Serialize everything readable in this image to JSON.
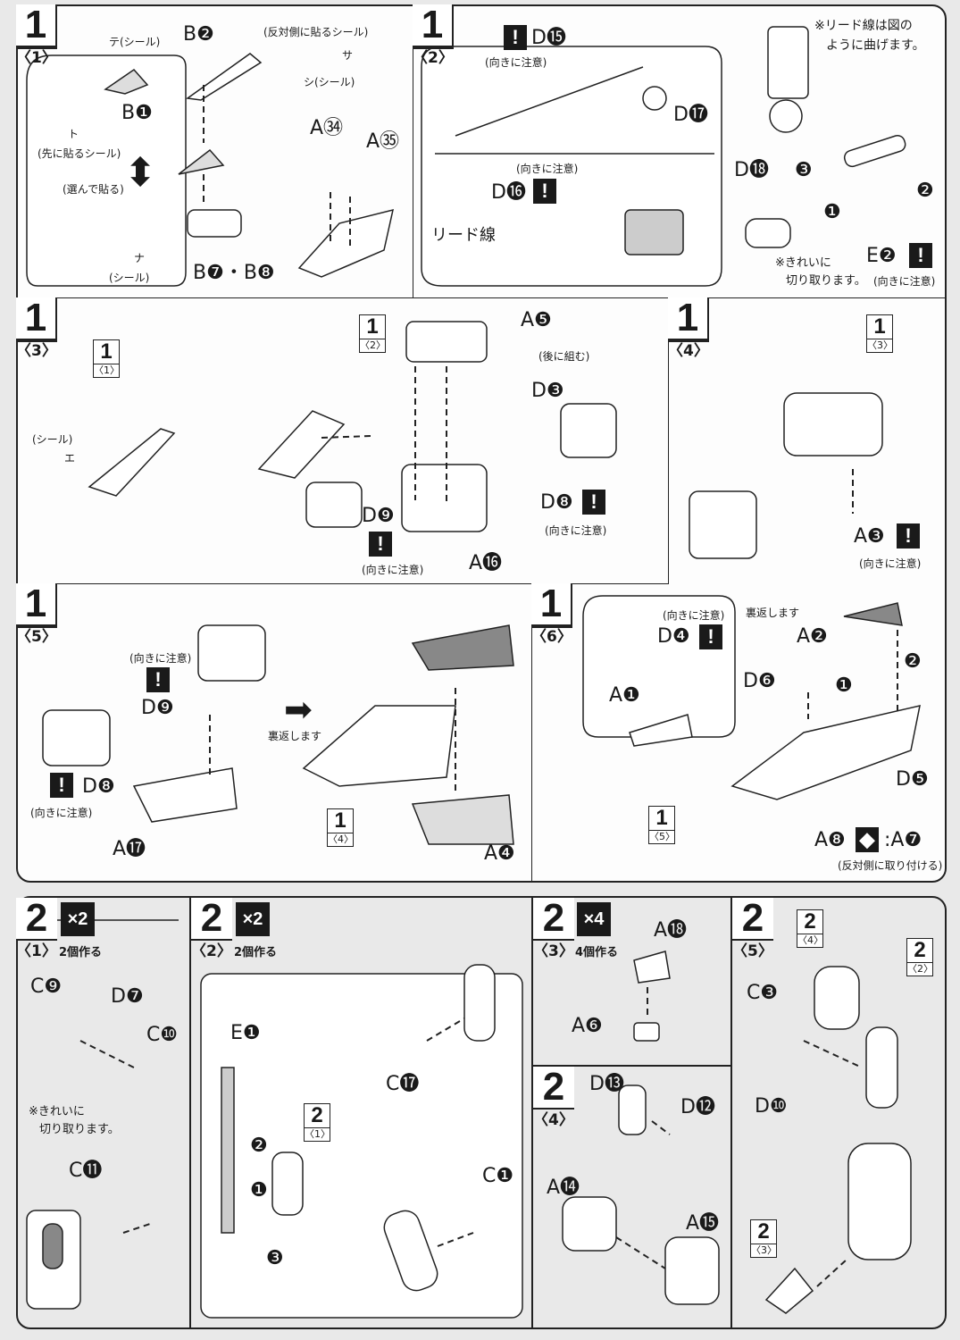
{
  "common": {
    "warn": "!",
    "caution": "(向きに注意)",
    "seal": "(シール)",
    "flip": "裏返します"
  },
  "step1": {
    "p1": {
      "num": "1",
      "sub": "〈1〉",
      "b2": "B❷",
      "opposite": "(反対側に貼るシール)",
      "sa": "サ",
      "shi": "シ(シール)",
      "te": "テ(シール)",
      "b1": "B❶",
      "to": "ト",
      "first": "(先に貼るシール)",
      "choose": "(選んで貼る)",
      "na": "ナ",
      "b78": "B❼・B❽",
      "a34": "A㉞",
      "a35": "A㉟"
    },
    "p2": {
      "num": "1",
      "sub": "〈2〉",
      "d15": "D⓯",
      "d17": "D⓱",
      "note": "※リード線は図の",
      "note2": "ように曲げます。",
      "d16": "D⓰",
      "lead": "リード線",
      "d18": "D⓲",
      "o3": "❸",
      "o2": "❷",
      "o1": "❶",
      "cut": "※きれいに",
      "cut2": "切り取ります。",
      "e2": "E❷"
    },
    "p3": {
      "num": "1",
      "sub": "〈3〉",
      "ref1n": "1",
      "ref1s": "〈1〉",
      "e": "エ",
      "ref2n": "1",
      "ref2s": "〈2〉",
      "a5": "A❺",
      "later": "(後に組む)",
      "d3": "D❸",
      "d8": "D❽",
      "d9": "D❾",
      "a16": "A⓰"
    },
    "p4": {
      "num": "1",
      "sub": "〈4〉",
      "refn": "1",
      "refs": "〈3〉",
      "a3": "A❸"
    },
    "p5": {
      "num": "1",
      "sub": "〈5〉",
      "d9": "D❾",
      "d8": "D❽",
      "a17": "A⓱",
      "refn": "1",
      "refs": "〈4〉",
      "a4": "A❹"
    },
    "p6": {
      "num": "1",
      "sub": "〈6〉",
      "d4": "D❹",
      "a1": "A❶",
      "a2": "A❷",
      "d6": "D❻",
      "o2": "❷",
      "o1": "❶",
      "d5": "D❺",
      "refn": "1",
      "refs": "〈5〉",
      "a8": "A❽",
      "a7": ":A❼",
      "attach": "(反対側に取り付ける)"
    }
  },
  "step2": {
    "p1": {
      "num": "2",
      "sub": "〈1〉",
      "times": "×2",
      "make": "2個作る",
      "c9": "C❾",
      "d7": "D❼",
      "c10": "C❿",
      "cut": "※きれいに",
      "cut2": "切り取ります。",
      "c11": "C⓫"
    },
    "p2": {
      "num": "2",
      "sub": "〈2〉",
      "times": "×2",
      "make": "2個作る",
      "e1": "E❶",
      "c17": "C⓱",
      "refn": "2",
      "refs": "〈1〉",
      "o2": "❷",
      "o1": "❶",
      "o3": "❸",
      "c1": "C❶"
    },
    "p3": {
      "num": "2",
      "sub": "〈3〉",
      "times": "×4",
      "make": "4個作る",
      "a18": "A⓲",
      "a6": "A❻"
    },
    "p4": {
      "num": "2",
      "sub": "〈4〉",
      "d13": "D⓭",
      "d12": "D⓬",
      "a14": "A⓮",
      "a15": "A⓯"
    },
    "p5": {
      "num": "2",
      "sub": "〈5〉",
      "ref4n": "2",
      "ref4s": "〈4〉",
      "ref2n": "2",
      "ref2s": "〈2〉",
      "c3": "C❸",
      "d10": "D❿",
      "ref3n": "2",
      "ref3s": "〈3〉"
    }
  }
}
